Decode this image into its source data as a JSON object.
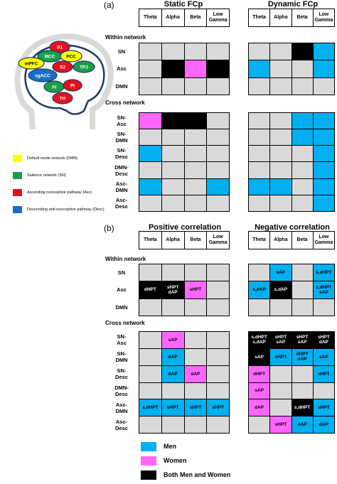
{
  "panel_a": {
    "letter": "(a)",
    "left_title": "Static FCp",
    "right_title": "Dynamic FCp",
    "bands": [
      "Theta",
      "Alpha",
      "Beta",
      "Low Gamma"
    ],
    "within_label": "Within network",
    "cross_label": "Cross network",
    "within_rows": [
      "SN",
      "Asc",
      "DMN"
    ],
    "cross_rows": [
      "SN-Asc",
      "SN-DMN",
      "SN-Desc",
      "DMN-Desc",
      "Asc-DMN",
      "Asc-Desc"
    ],
    "static_within": [
      [
        "g",
        "g",
        "g",
        "g"
      ],
      [
        "g",
        "b",
        "w",
        "b"
      ],
      [
        "g",
        "g",
        "g",
        "g"
      ]
    ],
    "dynamic_within": [
      [
        "g",
        "g",
        "b",
        "m"
      ],
      [
        "m",
        "g",
        "g",
        "m"
      ],
      [
        "g",
        "g",
        "g",
        "g"
      ]
    ],
    "static_cross": [
      [
        "w",
        "b",
        "b",
        "g"
      ],
      [
        "g",
        "g",
        "g",
        "g"
      ],
      [
        "m",
        "g",
        "g",
        "g"
      ],
      [
        "g",
        "g",
        "g",
        "g"
      ],
      [
        "m",
        "g",
        "g",
        "m"
      ],
      [
        "g",
        "g",
        "g",
        "g"
      ]
    ],
    "dynamic_cross": [
      [
        "g",
        "g",
        "m",
        "m"
      ],
      [
        "g",
        "g",
        "m",
        "m"
      ],
      [
        "g",
        "g",
        "g",
        "m"
      ],
      [
        "g",
        "g",
        "g",
        "m"
      ],
      [
        "m",
        "m",
        "g",
        "m"
      ],
      [
        "g",
        "g",
        "g",
        "m"
      ]
    ]
  },
  "panel_b": {
    "letter": "(b)",
    "left_title": "Positive correlation",
    "right_title": "Negative correlation",
    "bands": [
      "Theta",
      "Alpha",
      "Beta",
      "Low Gamma"
    ],
    "within_label": "Within network",
    "cross_label": "Cross network",
    "within_rows": [
      "SN",
      "Asc",
      "DMN"
    ],
    "cross_rows": [
      "SN-Asc",
      "SN-DMN",
      "SN-Desc",
      "DMN-Desc",
      "Asc-DMN",
      "Asc-Desc"
    ],
    "pos_within": [
      [
        [
          "g",
          ""
        ],
        [
          "g",
          ""
        ],
        [
          "g",
          ""
        ],
        [
          "g",
          ""
        ]
      ],
      [
        [
          "b",
          "dHPT"
        ],
        [
          "b",
          "sHPT dAP"
        ],
        [
          "w",
          "sHPT"
        ],
        [
          "g",
          ""
        ]
      ],
      [
        [
          "g",
          ""
        ],
        [
          "g",
          ""
        ],
        [
          "g",
          ""
        ],
        [
          "g",
          ""
        ]
      ]
    ],
    "neg_within": [
      [
        [
          "g",
          ""
        ],
        [
          "m",
          "sAP"
        ],
        [
          "g",
          ""
        ],
        [
          "m",
          "s,dHPT"
        ]
      ],
      [
        [
          "m",
          "s,dAP"
        ],
        [
          "b",
          "s,dAP"
        ],
        [
          "g",
          ""
        ],
        [
          "m",
          "s,dHPT sAP"
        ]
      ],
      [
        [
          "g",
          ""
        ],
        [
          "g",
          ""
        ],
        [
          "g",
          ""
        ],
        [
          "g",
          ""
        ]
      ]
    ],
    "pos_cross": [
      [
        [
          "g",
          ""
        ],
        [
          "w",
          "sAP"
        ],
        [
          "g",
          ""
        ],
        [
          "g",
          ""
        ]
      ],
      [
        [
          "g",
          ""
        ],
        [
          "m",
          "dAP"
        ],
        [
          "g",
          ""
        ],
        [
          "g",
          ""
        ]
      ],
      [
        [
          "g",
          ""
        ],
        [
          "m",
          "dAP"
        ],
        [
          "w",
          "dAP"
        ],
        [
          "g",
          ""
        ]
      ],
      [
        [
          "g",
          ""
        ],
        [
          "g",
          ""
        ],
        [
          "g",
          ""
        ],
        [
          "g",
          ""
        ]
      ],
      [
        [
          "m",
          "s,dHPT"
        ],
        [
          "m",
          "sHPT"
        ],
        [
          "m",
          "sHPT"
        ],
        [
          "m",
          "sHPT"
        ]
      ],
      [
        [
          "g",
          ""
        ],
        [
          "g",
          ""
        ],
        [
          "g",
          ""
        ],
        [
          "g",
          ""
        ]
      ]
    ],
    "neg_cross": [
      [
        [
          "b",
          "s,dHPT s,dAP"
        ],
        [
          "b",
          "sHPT sAP"
        ],
        [
          "b",
          "sHPT sAP"
        ],
        [
          "b",
          "sHPT dAP"
        ]
      ],
      [
        [
          "b",
          "sAP"
        ],
        [
          "m",
          "sHPT"
        ],
        [
          "m",
          "dHPT sAP"
        ],
        [
          "m",
          "sAP"
        ]
      ],
      [
        [
          "w",
          "dHPT"
        ],
        [
          "g",
          ""
        ],
        [
          "g",
          ""
        ],
        [
          "m",
          "sHPT"
        ]
      ],
      [
        [
          "w",
          "sAP"
        ],
        [
          "g",
          ""
        ],
        [
          "g",
          ""
        ],
        [
          "g",
          ""
        ]
      ],
      [
        [
          "w",
          "dAP"
        ],
        [
          "g",
          ""
        ],
        [
          "b",
          "s,dHPT"
        ],
        [
          "m",
          "sHPT"
        ]
      ],
      [
        [
          "g",
          ""
        ],
        [
          "w",
          "sHPT"
        ],
        [
          "m",
          "dAP"
        ],
        [
          "m",
          "dAP"
        ]
      ]
    ]
  },
  "brain": {
    "regions": [
      {
        "label": "S1",
        "color": "#e8101e"
      },
      {
        "label": "MCC",
        "color": "#19a04a"
      },
      {
        "label": "PCC",
        "color": "#ffff00"
      },
      {
        "label": "mPFC",
        "color": "#ffff00"
      },
      {
        "label": "S2",
        "color": "#e8101e"
      },
      {
        "label": "TPJ",
        "color": "#19a04a"
      },
      {
        "label": "sgACC",
        "color": "#1a6fc4"
      },
      {
        "label": "AI",
        "color": "#19a04a"
      },
      {
        "label": "PI",
        "color": "#e8101e"
      },
      {
        "label": "TH",
        "color": "#e8101e"
      }
    ]
  },
  "network_legend": [
    {
      "label": "Default mode network (DMN)",
      "color": "#ffff00"
    },
    {
      "label": "Salience network (SN)",
      "color": "#19a04a"
    },
    {
      "label": "Ascending nociceptive pathway (Asc)",
      "color": "#e8101e"
    },
    {
      "label": "Descending anti-nociceptive pathway (Desc)",
      "color": "#1a6fc4"
    }
  ],
  "sex_legend": [
    {
      "label": "Men",
      "color": "#00b0f0"
    },
    {
      "label": "Women",
      "color": "#ff66ff"
    },
    {
      "label": "Both Men and Women",
      "color": "#000000"
    }
  ]
}
